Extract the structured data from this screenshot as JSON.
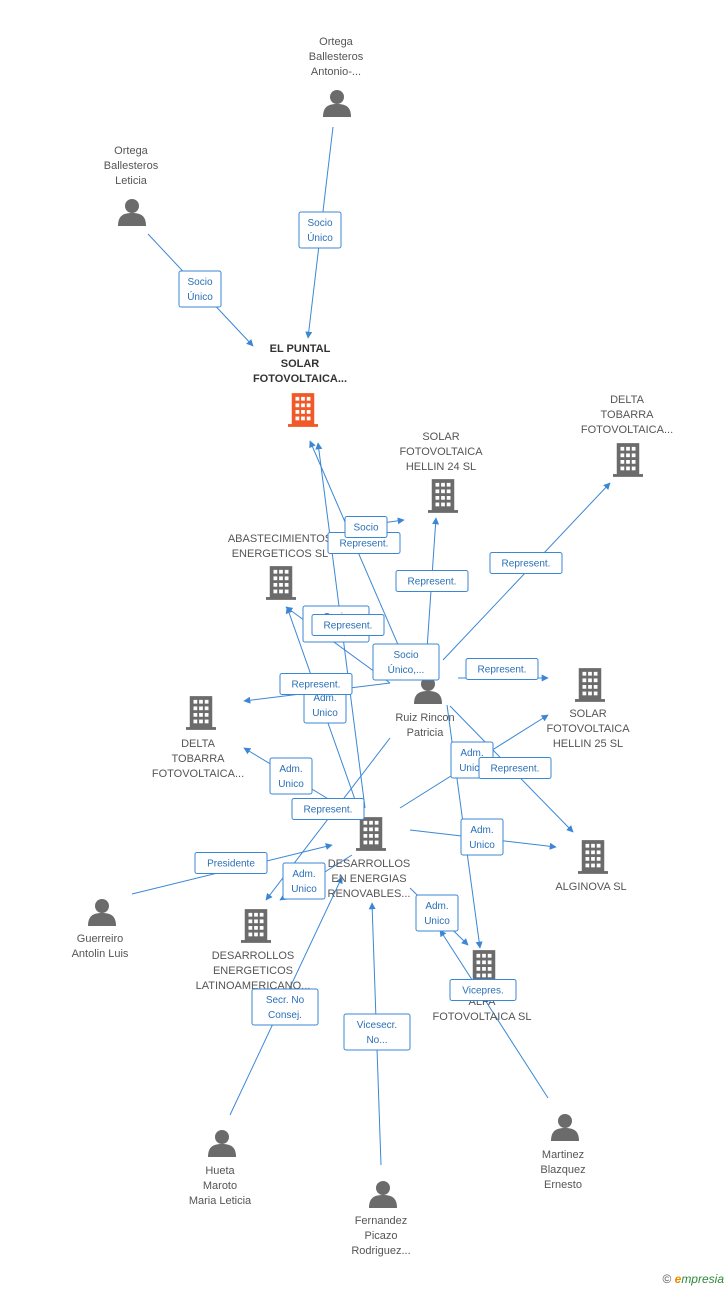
{
  "colors": {
    "edge": "#3b87d6",
    "edge_text": "#2a6fb8",
    "main_node": "#f05a28",
    "node": "#6b6b6b",
    "label": "#555555"
  },
  "nodes": [
    {
      "id": "el_puntal",
      "type": "company",
      "main": true,
      "lines": [
        "EL PUNTAL",
        "SOLAR",
        "FOTOVOLTAICA..."
      ]
    },
    {
      "id": "ortega_antonio",
      "type": "person",
      "lines": [
        "Ortega",
        "Ballesteros",
        "Antonio-..."
      ]
    },
    {
      "id": "ortega_leticia",
      "type": "person",
      "lines": [
        "Ortega",
        "Ballesteros",
        "Leticia"
      ]
    },
    {
      "id": "solar_hellin24",
      "type": "company",
      "lines": [
        "SOLAR",
        "FOTOVOLTAICA",
        "HELLIN 24 SL"
      ]
    },
    {
      "id": "delta_top",
      "type": "company",
      "lines": [
        "DELTA",
        "TOBARRA",
        "FOTOVOLTAICA..."
      ]
    },
    {
      "id": "abastecimientos",
      "type": "company",
      "lines": [
        "ABASTECIMIENTOS",
        "ENERGETICOS SL"
      ]
    },
    {
      "id": "delta_left",
      "type": "company",
      "lines": [
        "DELTA",
        "TOBARRA",
        "FOTOVOLTAICA..."
      ]
    },
    {
      "id": "ruiz",
      "type": "person",
      "lines": [
        "Ruiz Rincon",
        "Patricia"
      ]
    },
    {
      "id": "solar_hellin25",
      "type": "company",
      "lines": [
        "SOLAR",
        "FOTOVOLTAICA",
        "HELLIN 25 SL"
      ]
    },
    {
      "id": "desarrollos_er",
      "type": "company",
      "lines": [
        "DESARROLLOS",
        "EN ENERGIAS",
        "RENOVABLES..."
      ]
    },
    {
      "id": "alginova",
      "type": "company",
      "lines": [
        "ALGINOVA SL"
      ]
    },
    {
      "id": "guerreiro",
      "type": "person",
      "lines": [
        "Guerreiro",
        "Antolin Luis"
      ]
    },
    {
      "id": "desarrollos_el",
      "type": "company",
      "lines": [
        "DESARROLLOS",
        "ENERGETICOS",
        "LATINOAMERICANO..."
      ]
    },
    {
      "id": "alfa",
      "type": "company",
      "lines": [
        "ALFA",
        "FOTOVOLTAICA SL"
      ]
    },
    {
      "id": "hueta",
      "type": "person",
      "lines": [
        "Hueta",
        "Maroto",
        "Maria Leticia"
      ]
    },
    {
      "id": "fernandez",
      "type": "person",
      "lines": [
        "Fernandez",
        "Picazo",
        "Rodriguez..."
      ]
    },
    {
      "id": "martinez",
      "type": "person",
      "lines": [
        "Martinez",
        "Blazquez",
        "Ernesto"
      ]
    }
  ],
  "edges": [
    {
      "from": "ortega_antonio",
      "to": "el_puntal",
      "label": [
        "Socio",
        "Único"
      ]
    },
    {
      "from": "ortega_leticia",
      "to": "el_puntal",
      "label": [
        "Socio",
        "Único"
      ]
    },
    {
      "from": "desarrollos_er",
      "to": "el_puntal",
      "label": [
        "Socio",
        "Único,..."
      ]
    },
    {
      "from": "ruiz",
      "to": "el_puntal",
      "label": [
        "Represent."
      ]
    },
    {
      "from": "desarrollos_er",
      "to": "solar_hellin24",
      "label": [
        "Socio"
      ]
    },
    {
      "from": "ruiz",
      "to": "solar_hellin24",
      "label": [
        "Represent."
      ]
    },
    {
      "from": "ruiz",
      "to": "delta_top",
      "label": [
        "Represent."
      ]
    },
    {
      "from": "ruiz",
      "to": "abastecimientos",
      "label": [
        "Represent."
      ]
    },
    {
      "from": "desarrollos_er",
      "to": "abastecimientos",
      "label": [
        "Adm.",
        "Unico"
      ]
    },
    {
      "from": "ruiz",
      "to": "delta_left",
      "label": [
        "Represent."
      ]
    },
    {
      "from": "desarrollos_er",
      "to": "delta_left",
      "label": [
        "Adm.",
        "Unico"
      ]
    },
    {
      "from": "ruiz",
      "to": "solar_hellin25",
      "label": [
        "Represent."
      ]
    },
    {
      "from": "desarrollos_er",
      "to": "solar_hellin25",
      "label": [
        "Adm.",
        "Unico"
      ]
    },
    {
      "from": "ruiz",
      "to": "alginova",
      "label": [
        "Represent."
      ]
    },
    {
      "from": "desarrollos_er",
      "to": "alginova",
      "label": [
        "Adm.",
        "Unico"
      ]
    },
    {
      "from": "ruiz",
      "to": "desarrollos_el",
      "label": [
        "Represent."
      ]
    },
    {
      "from": "desarrollos_er",
      "to": "desarrollos_el",
      "label": [
        "Adm.",
        "Unico"
      ]
    },
    {
      "from": "desarrollos_er",
      "to": "alfa",
      "label": [
        "Adm.",
        "Unico"
      ]
    },
    {
      "from": "ruiz",
      "to": "alfa",
      "label": [
        "Socio",
        "Único,..."
      ]
    },
    {
      "from": "guerreiro",
      "to": "desarrollos_er",
      "label": [
        "Presidente"
      ]
    },
    {
      "from": "hueta",
      "to": "desarrollos_er",
      "label": [
        "Secr.  No",
        "Consej."
      ]
    },
    {
      "from": "fernandez",
      "to": "desarrollos_er",
      "label": [
        "Vicesecr.",
        "No..."
      ]
    },
    {
      "from": "martinez",
      "to": "desarrollos_er",
      "label": [
        "Vicepres."
      ]
    }
  ],
  "footer": {
    "copyright": "©",
    "brand_initial": "e",
    "brand_rest": "mpresia"
  }
}
